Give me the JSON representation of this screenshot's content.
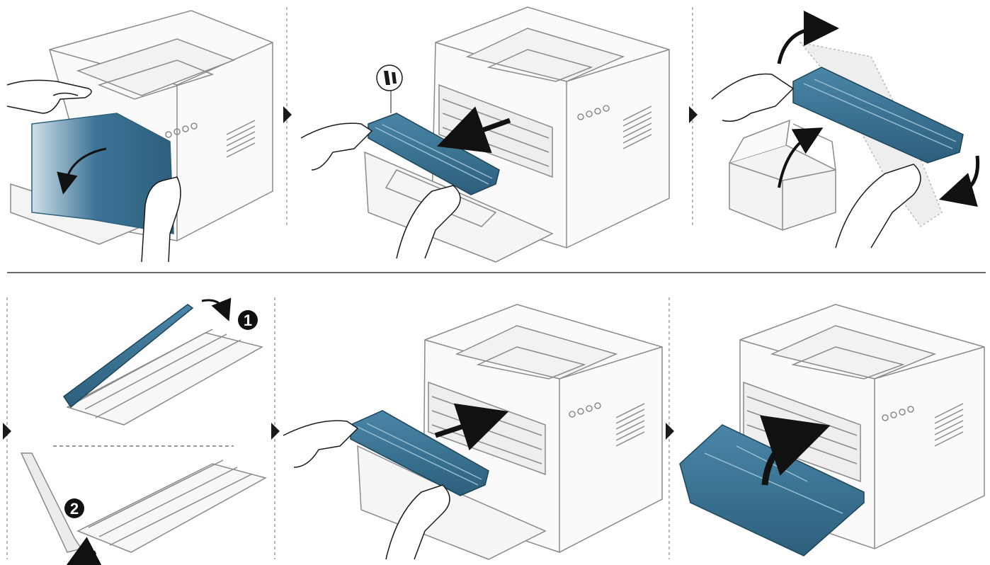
{
  "figure": {
    "type": "toner-cartridge-replacement-instructions",
    "rows": 2,
    "panels_per_row": 3,
    "colors": {
      "line": "#8a8a8a",
      "ink": "#1a1a1a",
      "accent_dark": "#2c5f7c",
      "accent_light": "#cfe0ea",
      "divider": "#6b6b6b",
      "bg": "#ffffff"
    }
  },
  "steps": {
    "sub_step_1": "1",
    "sub_step_2": "2"
  },
  "icons": [
    "recycle-icon",
    "step-arrow-icon",
    "curved-arrow-icon",
    "straight-arrow-icon"
  ]
}
